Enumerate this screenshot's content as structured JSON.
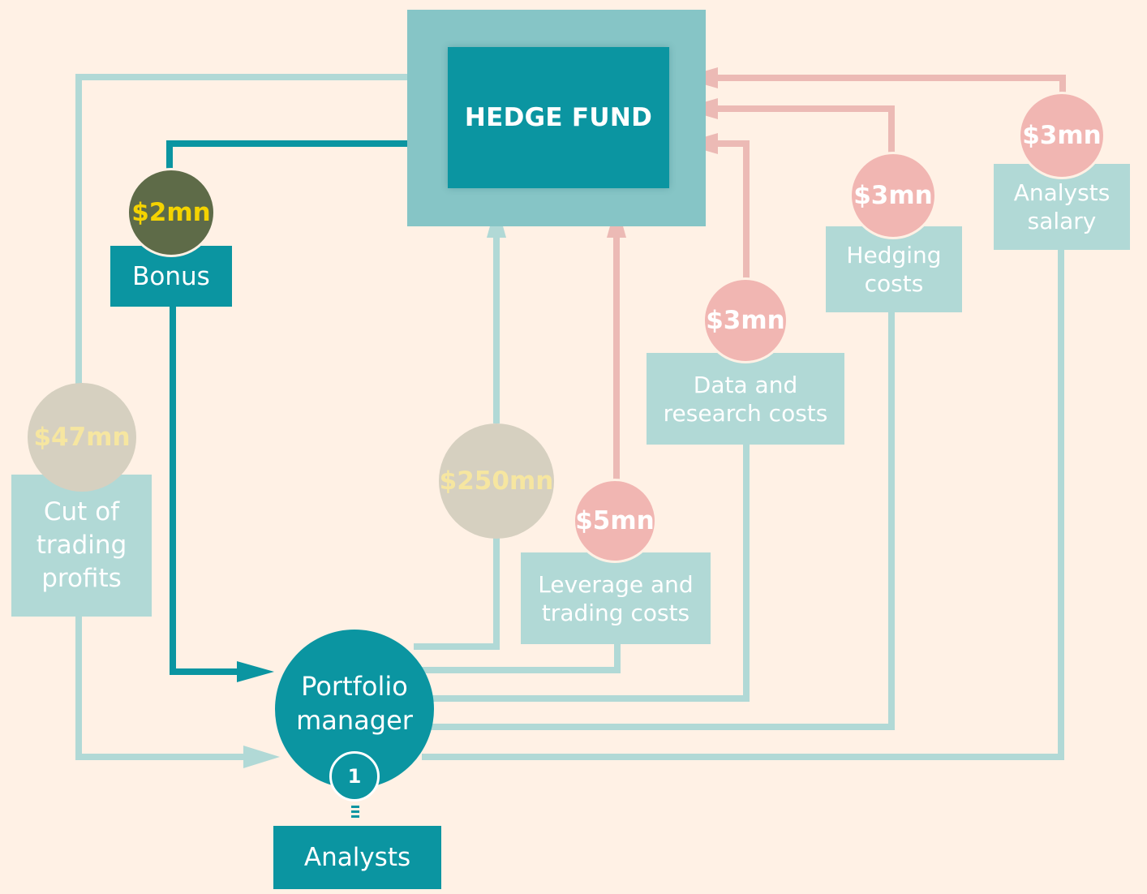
{
  "colors": {
    "background": "#fff1e5",
    "teal": "#0b95a1",
    "pale_teal": "#b1d9d6",
    "pink": "#f1b6b2",
    "grey": "#d6d0c0",
    "dark_olive": "#5e6b48",
    "yellow": "#f4d300"
  },
  "hedge_fund": {
    "label": "HEDGE FUND"
  },
  "bonus": {
    "amount": "$2mn",
    "label": "Bonus"
  },
  "cut_of_trading_profits": {
    "amount": "$47mn",
    "label": "Cut of\ntrading\nprofits"
  },
  "capital": {
    "amount": "$250mn"
  },
  "leverage_and_trading_costs": {
    "amount": "$5mn",
    "label": "Leverage and\ntrading costs"
  },
  "data_and_research_costs": {
    "amount": "$3mn",
    "label": "Data and\nresearch costs"
  },
  "hedging_costs": {
    "amount": "$3mn",
    "label": "Hedging\ncosts"
  },
  "analysts_salary": {
    "amount": "$3mn",
    "label": "Analysts\nsalary"
  },
  "portfolio_manager": {
    "label": "Portfolio\nmanager",
    "badge": "1"
  },
  "analysts": {
    "label": "Analysts"
  }
}
